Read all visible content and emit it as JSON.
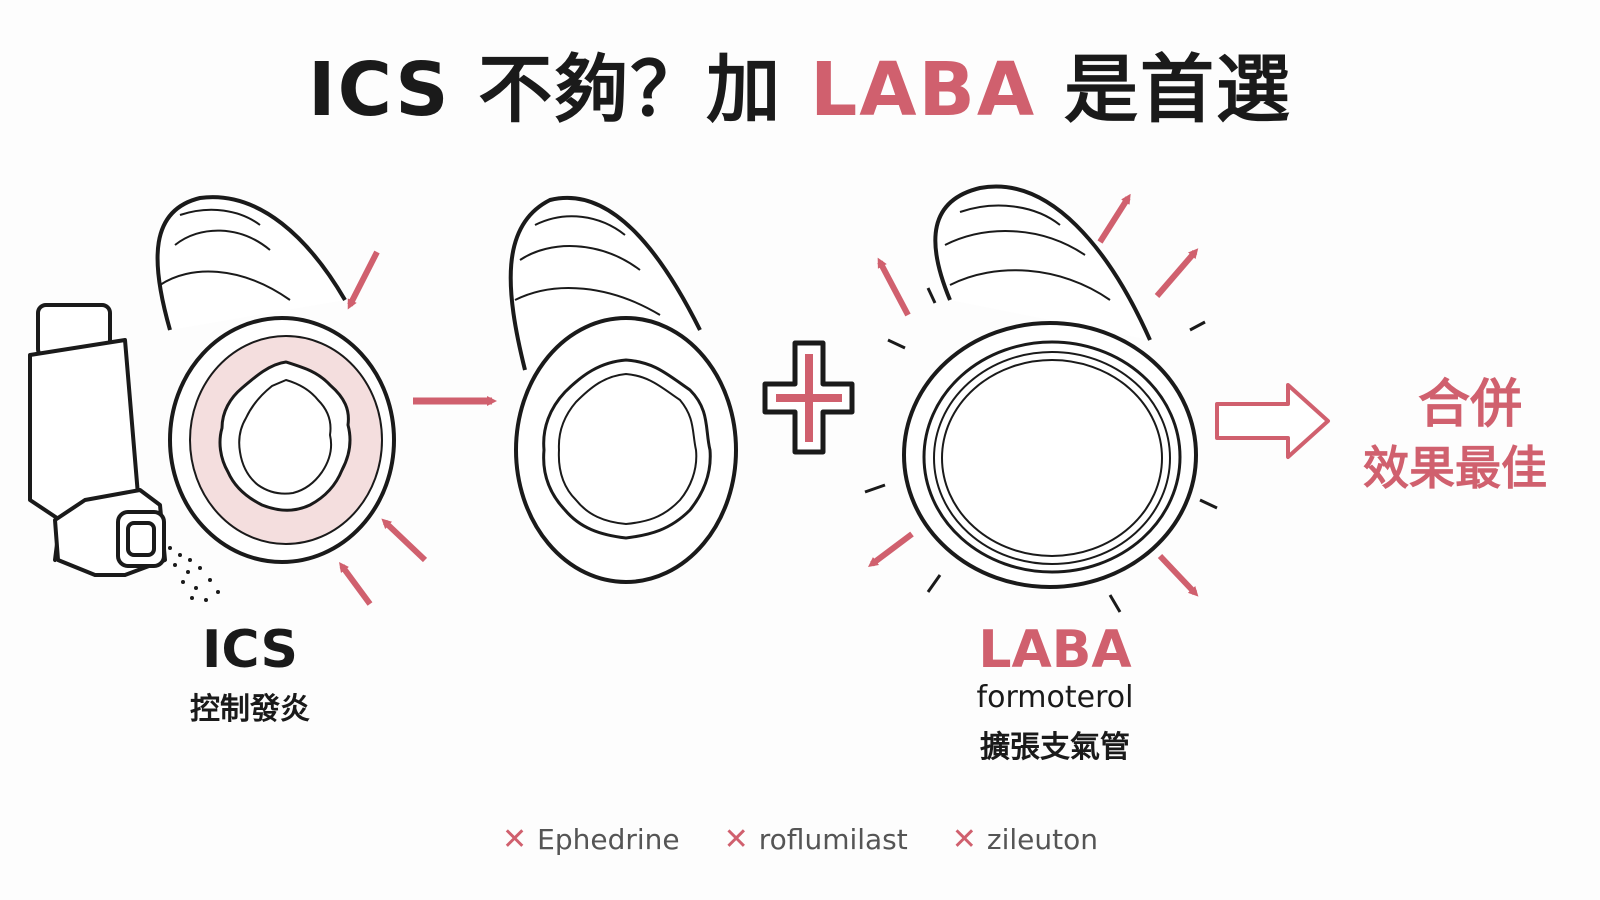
{
  "title": {
    "part1": "ICS 不夠？加 ",
    "accent": "LABA",
    "part2": " 是首選"
  },
  "left": {
    "name": "ICS",
    "desc": "控制發炎"
  },
  "right": {
    "name": "LABA",
    "drug": "formoterol",
    "desc": "擴張支氣管"
  },
  "result": {
    "line1": "合併",
    "line2": "效果最佳"
  },
  "excluded": [
    {
      "icon": "x-icon",
      "label": "Ephedrine"
    },
    {
      "icon": "x-icon",
      "label": "roflumilast"
    },
    {
      "icon": "x-icon",
      "label": "zileuton"
    }
  ],
  "colors": {
    "accent": "#d0606e",
    "ink": "#1a1a1a",
    "inflamed": "#f4dede"
  }
}
